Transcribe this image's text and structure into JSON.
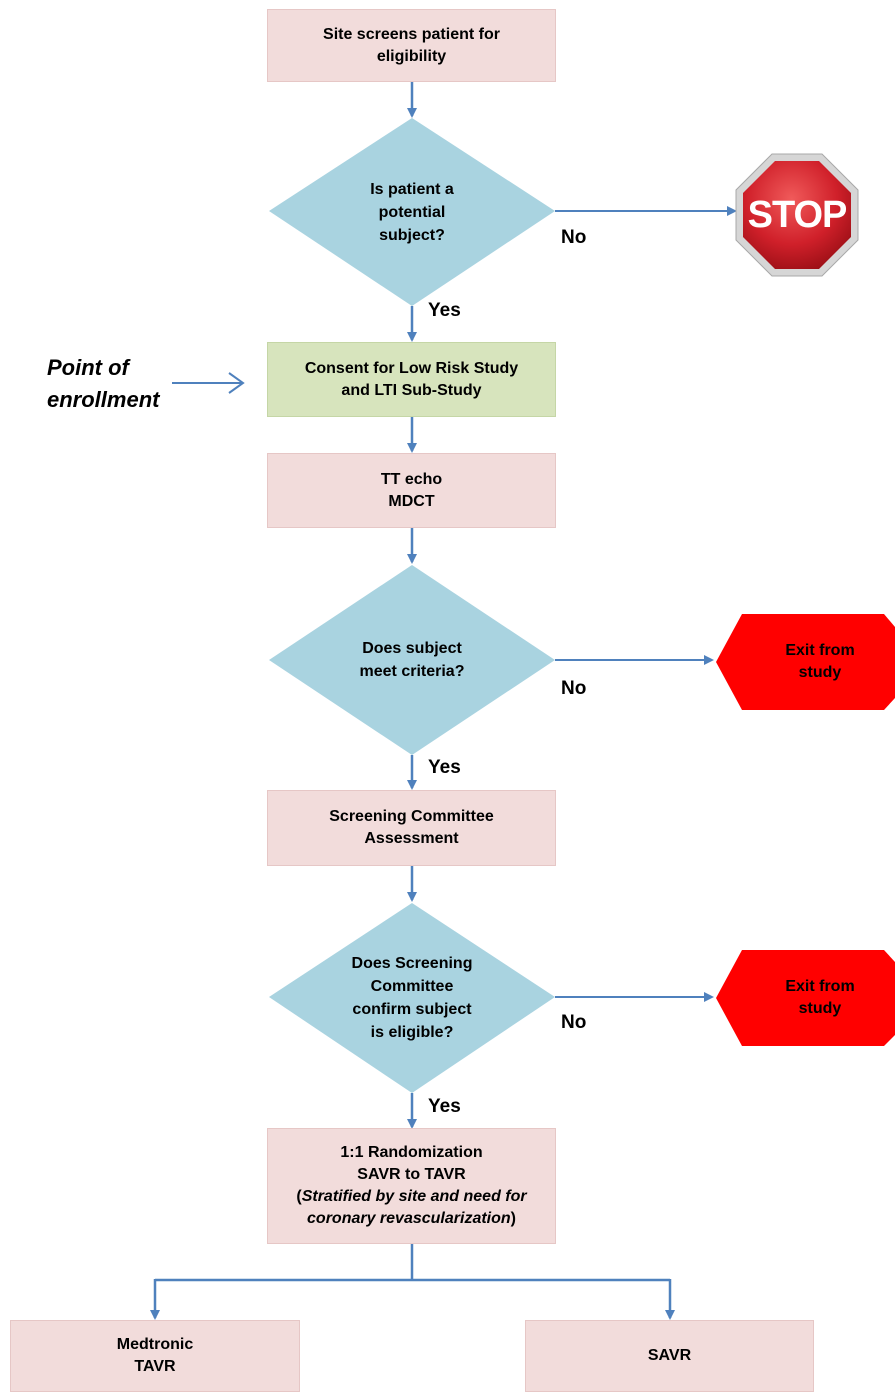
{
  "nodes": {
    "screen": [
      "Site screens patient for",
      "eligibility"
    ],
    "decision1": [
      "Is patient a",
      "potential",
      "subject?"
    ],
    "consent": [
      "Consent for Low Risk Study",
      "and LTI Sub-Study"
    ],
    "imaging": [
      "TT echo",
      "MDCT"
    ],
    "decision2": [
      "Does subject",
      "meet criteria?"
    ],
    "committee": [
      "Screening Committee",
      "Assessment"
    ],
    "decision3": [
      "Does Screening",
      "Committee",
      "confirm subject",
      "is eligible?"
    ],
    "randomization": {
      "line1": "1:1 Randomization",
      "line2": "SAVR to TAVR",
      "paren_open": "(",
      "italic1": "Stratified by site and need for",
      "italic2": "coronary revascularization",
      "paren_close": ")"
    },
    "medtronic": [
      "Medtronic",
      "TAVR"
    ],
    "savr": "SAVR"
  },
  "labels": {
    "yes": "Yes",
    "no": "No"
  },
  "stop_sign": "STOP",
  "exit": [
    "Exit from",
    "study"
  ],
  "point_of_enrollment": [
    "Point of",
    "enrollment"
  ],
  "colors": {
    "process_box": "#f2dcdb",
    "consent_box": "#d7e4bd",
    "decision": "#a9d3e0",
    "arrow": "#4f81bd",
    "exit": "#ff0000",
    "stop": "#c0141e"
  }
}
